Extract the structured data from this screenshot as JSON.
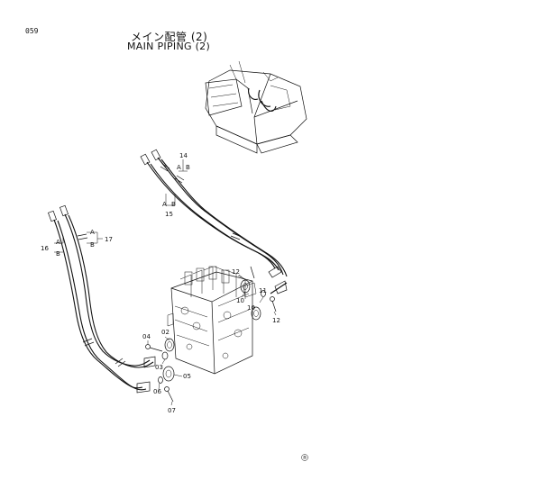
{
  "header": {
    "page_code": "059",
    "title_jp": "メイン配管 (2)",
    "title_en": "MAIN PIPING (2)"
  },
  "callouts": {
    "p02": "02",
    "p03": "03",
    "p04": "04",
    "p05": "05",
    "p06": "06",
    "p07": "07",
    "p10a": "10",
    "p10b": "10",
    "p11": "11",
    "p12a": "12",
    "p12b": "12",
    "p14": "14",
    "p15": "15",
    "p16": "16",
    "p17": "17"
  },
  "port_labels": {
    "a_top_14": "A",
    "b_top_14": "B",
    "a_bot_15": "A",
    "b_bot_15": "B",
    "a_16": "A",
    "b_16": "B",
    "a_17": "A",
    "b_17": "B"
  },
  "marks": {
    "bottom_symbol": "®"
  }
}
